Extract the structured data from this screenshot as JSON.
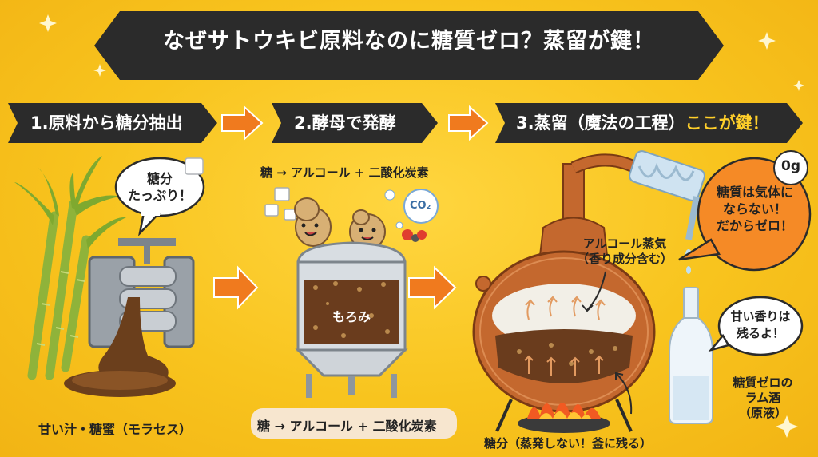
{
  "title": "なぜサトウキビ原料なのに糖質ゼロ？蒸留が鍵！",
  "steps": {
    "step1": "1.原料から糖分抽出",
    "step2": "2.酵母で発酵",
    "step3_main": "3.蒸留（魔法の工程）",
    "step3_highlight": "ここが鍵！"
  },
  "panel1": {
    "bubble_line1": "糖分",
    "bubble_line2": "たっぷり！",
    "caption": "甘い汁・糖蜜（モラセス）"
  },
  "panel2": {
    "top_formula": "糖 → アルコール + 二酸化炭素",
    "co2_label": "CO₂",
    "tank_label": "もろみ",
    "bottom_formula": "糖 → アルコール + 二酸化炭素"
  },
  "panel3": {
    "vapor_label_line1": "アルコール蒸気",
    "vapor_label_line2": "（香り成分含む）",
    "sugar_label": "糖分（蒸発しない！釜に残る）",
    "zero_badge": "0g",
    "bubble_zero_line1": "糖質は気体に",
    "bubble_zero_line2": "ならない！",
    "bubble_zero_line3": "だからゼロ！",
    "bubble_aroma_line1": "甘い香りは",
    "bubble_aroma_line2": "残るよ！",
    "product_line1": "糖質ゼロの",
    "product_line2": "ラム酒",
    "product_line3": "（原液）"
  },
  "colors": {
    "background": "#f7c21f",
    "banner": "#2b2b2b",
    "arrow": "#f07a1e",
    "highlight": "#ffcf2a",
    "copper": "#c4682e",
    "bubble_orange": "#f58a26"
  }
}
